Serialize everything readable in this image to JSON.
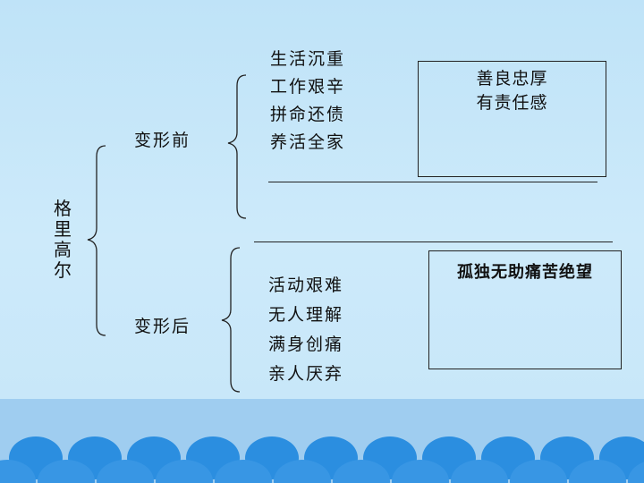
{
  "root": {
    "label_chars": [
      "格",
      "里",
      "高",
      "尔"
    ]
  },
  "before": {
    "label": "变形前",
    "items": [
      "生活沉重",
      "工作艰辛",
      "拼命还债",
      "养活全家"
    ],
    "summary_lines": [
      "善良忠厚",
      "有责任感"
    ]
  },
  "after": {
    "label": "变形后",
    "items": [
      "活动艰难",
      "无人理解",
      "满身创痛",
      "亲人厌弃"
    ],
    "summary": "孤独无助痛苦绝望"
  },
  "colors": {
    "background": "#c6e6f8",
    "footer": "#9fcdf0",
    "wave": "#2b8ee0",
    "line": "#222222"
  }
}
